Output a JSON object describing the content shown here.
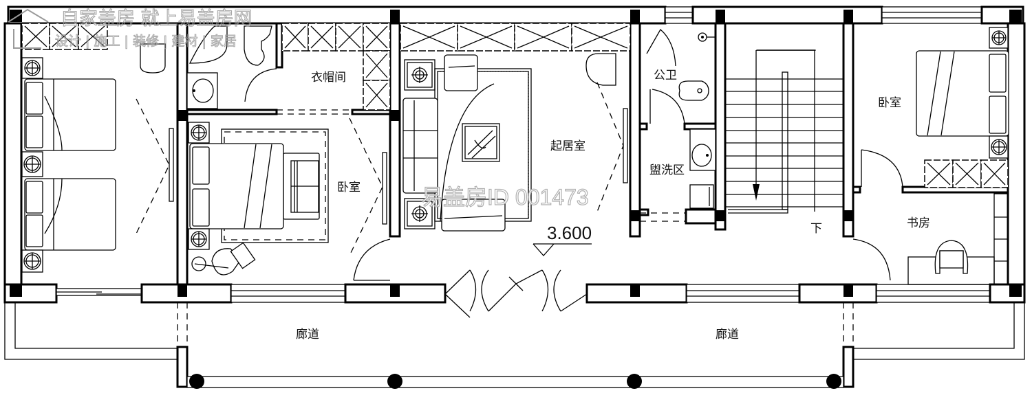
{
  "watermark": {
    "line1": "自家盖房 就上易盖房网",
    "line2": "设计 | 施工 | 装修 | 建材 | 家居",
    "center": "易盖房ID 001473"
  },
  "rooms": {
    "cloakroom": "衣帽间",
    "bedroom_mid": "卧室",
    "living_room": "起居室",
    "public_wc": "公卫",
    "wash_area": "盥洗区",
    "bedroom_right": "卧室",
    "study": "书房",
    "corridor_left": "廊道",
    "corridor_right": "廊道"
  },
  "stairs": {
    "direction_label": "下"
  },
  "elevation": {
    "value": "3.600"
  },
  "colors": {
    "line": "#000000",
    "background": "#ffffff",
    "watermark": "#9a9a9a"
  }
}
